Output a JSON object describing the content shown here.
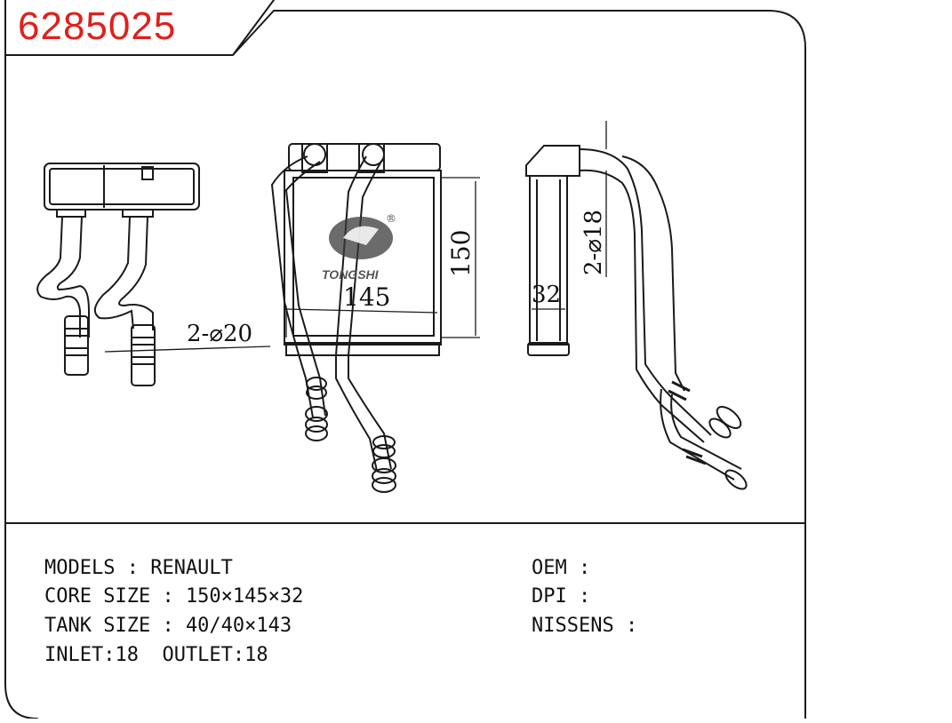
{
  "part_number": "6285025",
  "brand_mark": "TONGSHI",
  "registered_mark": "®",
  "dimensions": {
    "inlet_diameter": "2-⌀20",
    "core_width": "145",
    "core_height": "150",
    "core_depth": "32",
    "outlet_diameter": "2-⌀18"
  },
  "specs": {
    "models": "MODELS : RENAULT",
    "core_size": "CORE SIZE : 150×145×32",
    "tank_size": "TANK SIZE : 40/40×143",
    "inlet_outlet": "INLET:18  OUTLET:18",
    "oem": "OEM :",
    "dpi": "DPI :",
    "nissens": "NISSENS :"
  }
}
